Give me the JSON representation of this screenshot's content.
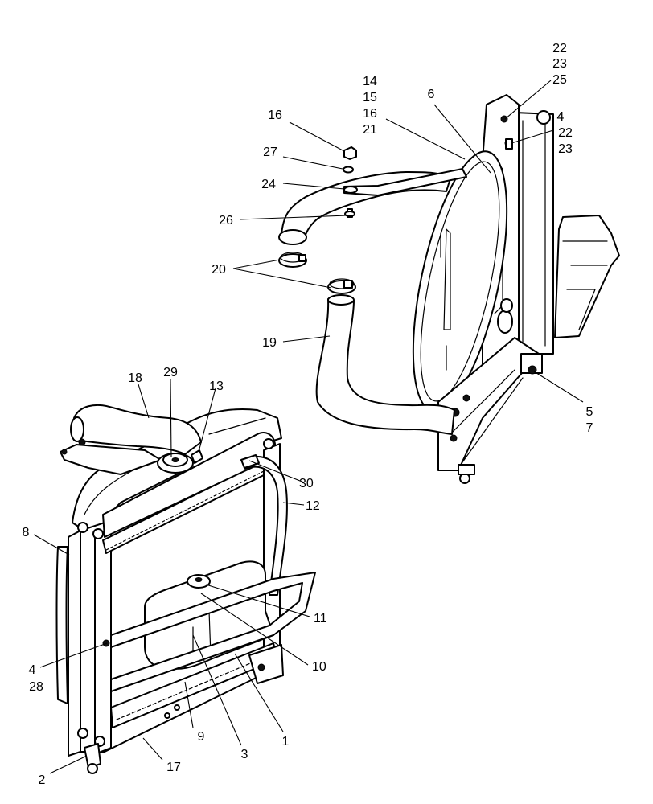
{
  "callouts": [
    {
      "id": "c22a",
      "text": "22"
    },
    {
      "id": "c23a",
      "text": "23"
    },
    {
      "id": "c25",
      "text": "25"
    },
    {
      "id": "c14",
      "text": "14"
    },
    {
      "id": "c15",
      "text": "15"
    },
    {
      "id": "c16a",
      "text": "16"
    },
    {
      "id": "c21",
      "text": "21"
    },
    {
      "id": "c6",
      "text": "6"
    },
    {
      "id": "c4a",
      "text": "4"
    },
    {
      "id": "c22b",
      "text": "22"
    },
    {
      "id": "c23b",
      "text": "23"
    },
    {
      "id": "c16b",
      "text": "16"
    },
    {
      "id": "c27",
      "text": "27"
    },
    {
      "id": "c24",
      "text": "24"
    },
    {
      "id": "c26",
      "text": "26"
    },
    {
      "id": "c20",
      "text": "20"
    },
    {
      "id": "c19",
      "text": "19"
    },
    {
      "id": "c5",
      "text": "5"
    },
    {
      "id": "c7",
      "text": "7"
    },
    {
      "id": "c18",
      "text": "18"
    },
    {
      "id": "c29",
      "text": "29"
    },
    {
      "id": "c13",
      "text": "13"
    },
    {
      "id": "c30",
      "text": "30"
    },
    {
      "id": "c12",
      "text": "12"
    },
    {
      "id": "c8",
      "text": "8"
    },
    {
      "id": "c11",
      "text": "11"
    },
    {
      "id": "c10",
      "text": "10"
    },
    {
      "id": "c4b",
      "text": "4"
    },
    {
      "id": "c28",
      "text": "28"
    },
    {
      "id": "c9",
      "text": "9"
    },
    {
      "id": "c3",
      "text": "3"
    },
    {
      "id": "c1",
      "text": "1"
    },
    {
      "id": "c2",
      "text": "2"
    },
    {
      "id": "c17",
      "text": "17"
    }
  ]
}
